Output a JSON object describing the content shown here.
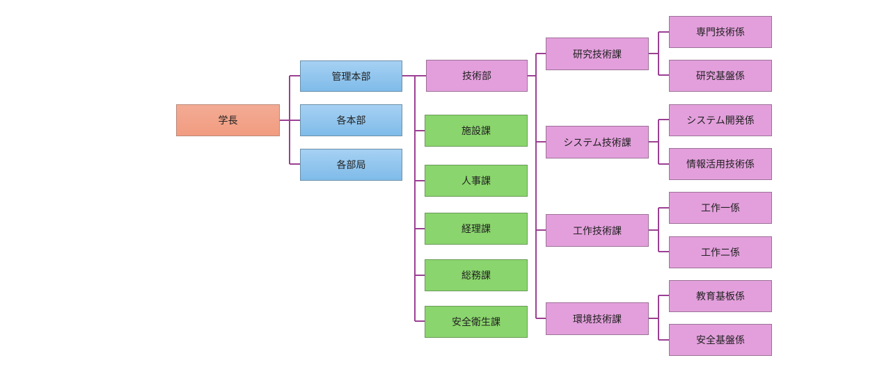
{
  "org": {
    "president": "学長",
    "hq": [
      "管理本部",
      "各本部",
      "各部局"
    ],
    "divisions": [
      "技術部",
      "施設課",
      "人事課",
      "経理課",
      "総務課",
      "安全衛生課"
    ],
    "sections": [
      "研究技術課",
      "システム技術課",
      "工作技術課",
      "環境技術課"
    ],
    "units": [
      "専門技術係",
      "研究基盤係",
      "システム開発係",
      "情報活用技術係",
      "工作一係",
      "工作二係",
      "教育基板係",
      "安全基盤係"
    ]
  },
  "colors": {
    "connector": "#9b3f93",
    "president": "#f19c80",
    "hq": "#7fbbe9",
    "division_office": "#8ad56d",
    "technical": "#e39fdc"
  }
}
